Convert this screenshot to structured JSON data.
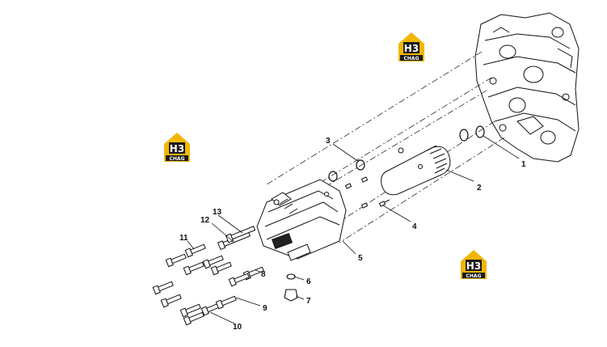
{
  "watermark": {
    "letters": "H3",
    "subtext": "CHAG",
    "accent": "#f2b705",
    "dark": "#1a1a1a"
  },
  "callouts": {
    "c1": "1",
    "c2": "2",
    "c3": "3",
    "c4": "4",
    "c5": "5",
    "c6": "6",
    "c7": "7",
    "c8": "8",
    "c9": "9",
    "c10": "10",
    "c11": "11",
    "c12": "12",
    "c13": "13"
  }
}
